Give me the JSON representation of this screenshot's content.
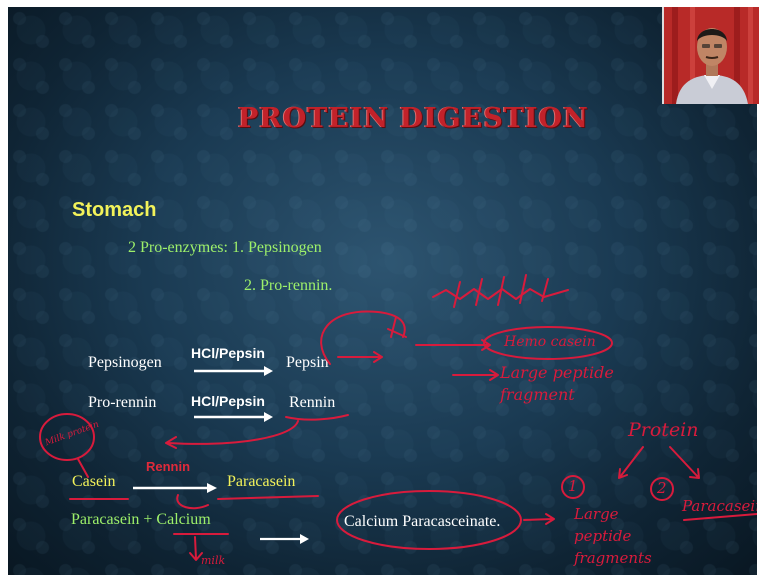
{
  "slide": {
    "title": "PROTEIN DIGESTION",
    "section": "Stomach",
    "pro_enzymes_line1": "2 Pro-enzymes: 1. Pepsinogen",
    "pro_enzymes_line2": "2. Pro-rennin.",
    "reaction1": {
      "substrate": "Pepsinogen",
      "catalyst": "HCl/Pepsin",
      "product": "Pepsin"
    },
    "reaction2": {
      "substrate": "Pro-rennin",
      "catalyst": "HCl/Pepsin",
      "product": "Rennin"
    },
    "reaction3": {
      "substrate": "Casein",
      "catalyst": "Rennin",
      "product": "Paracasein"
    },
    "reaction4": {
      "reactants": "Paracasein + Calcium",
      "product": "Calcium Paracasceinate."
    }
  },
  "annotations": {
    "milk_protein": "Milk protein",
    "hemo_casein": "Hemo casein",
    "large_peptide_fragment": "Large peptide fragment",
    "protein": "Protein",
    "num1": "1",
    "num2": "2",
    "large_peptide_fragments": "Large peptide fragments",
    "paracasein": "Paracasein",
    "milk": "milk"
  },
  "colors": {
    "title": "#c2222a",
    "heading": "#f2f25a",
    "green_text": "#9df06a",
    "ink": "#d81b3c"
  }
}
